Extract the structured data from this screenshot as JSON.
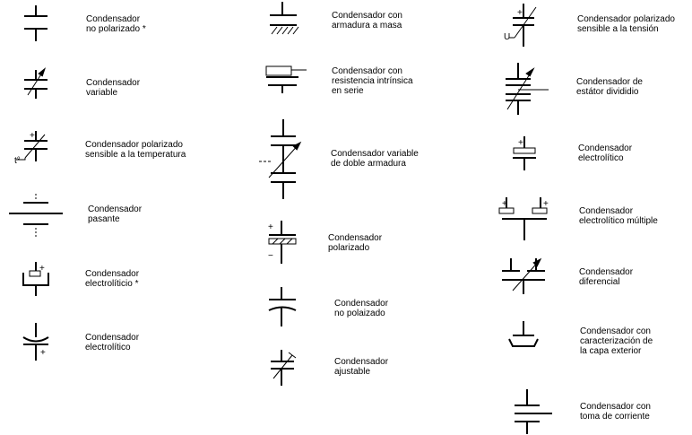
{
  "symbols": [
    {
      "key": "c1_nopol",
      "lines": [
        "Condensador",
        "no polarizado  *"
      ]
    },
    {
      "key": "c1_var",
      "lines": [
        "Condensador",
        "variable"
      ]
    },
    {
      "key": "c1_temp",
      "lines": [
        "Condensador polarizado",
        "sensible a la temperatura"
      ]
    },
    {
      "key": "c1_pas",
      "lines": [
        "Condensador",
        "pasante"
      ]
    },
    {
      "key": "c1_elec_star",
      "lines": [
        "Condensador",
        "electrolíticio  *"
      ]
    },
    {
      "key": "c1_elec",
      "lines": [
        "Condensador",
        "electrolítico"
      ]
    },
    {
      "key": "c2_masa",
      "lines": [
        "Condensador con",
        "armadura a masa"
      ]
    },
    {
      "key": "c2_res",
      "lines": [
        "Condensador con",
        "resistencia intrínsica",
        "en serie"
      ]
    },
    {
      "key": "c2_doble",
      "lines": [
        "Condensador variable",
        "de doble armadura"
      ]
    },
    {
      "key": "c2_pol",
      "lines": [
        "Condensador",
        "polarizado"
      ]
    },
    {
      "key": "c2_nopol",
      "lines": [
        "Condensador",
        "no polaizado"
      ]
    },
    {
      "key": "c2_ajust",
      "lines": [
        "Condensador",
        "ajustable"
      ]
    },
    {
      "key": "c3_tension",
      "lines": [
        "Condensador polarizado",
        "sensible a la tensión"
      ]
    },
    {
      "key": "c3_estator",
      "lines": [
        "Condensador de",
        "estátor divididio"
      ]
    },
    {
      "key": "c3_elec",
      "lines": [
        "Condensador",
        "electrolítico"
      ]
    },
    {
      "key": "c3_multi",
      "lines": [
        "Condensador",
        "electrolítico múltiple"
      ]
    },
    {
      "key": "c3_dif",
      "lines": [
        "Condensador",
        "diferencial"
      ]
    },
    {
      "key": "c3_capa",
      "lines": [
        "Condensador con",
        "caracterización de",
        "la capa exterior"
      ]
    },
    {
      "key": "c3_toma",
      "lines": [
        "Condensador con",
        "toma de corriente"
      ]
    }
  ],
  "glyphs": {
    "plus": "+",
    "minus": "−",
    "temperature": "t°",
    "voltage": "U"
  }
}
